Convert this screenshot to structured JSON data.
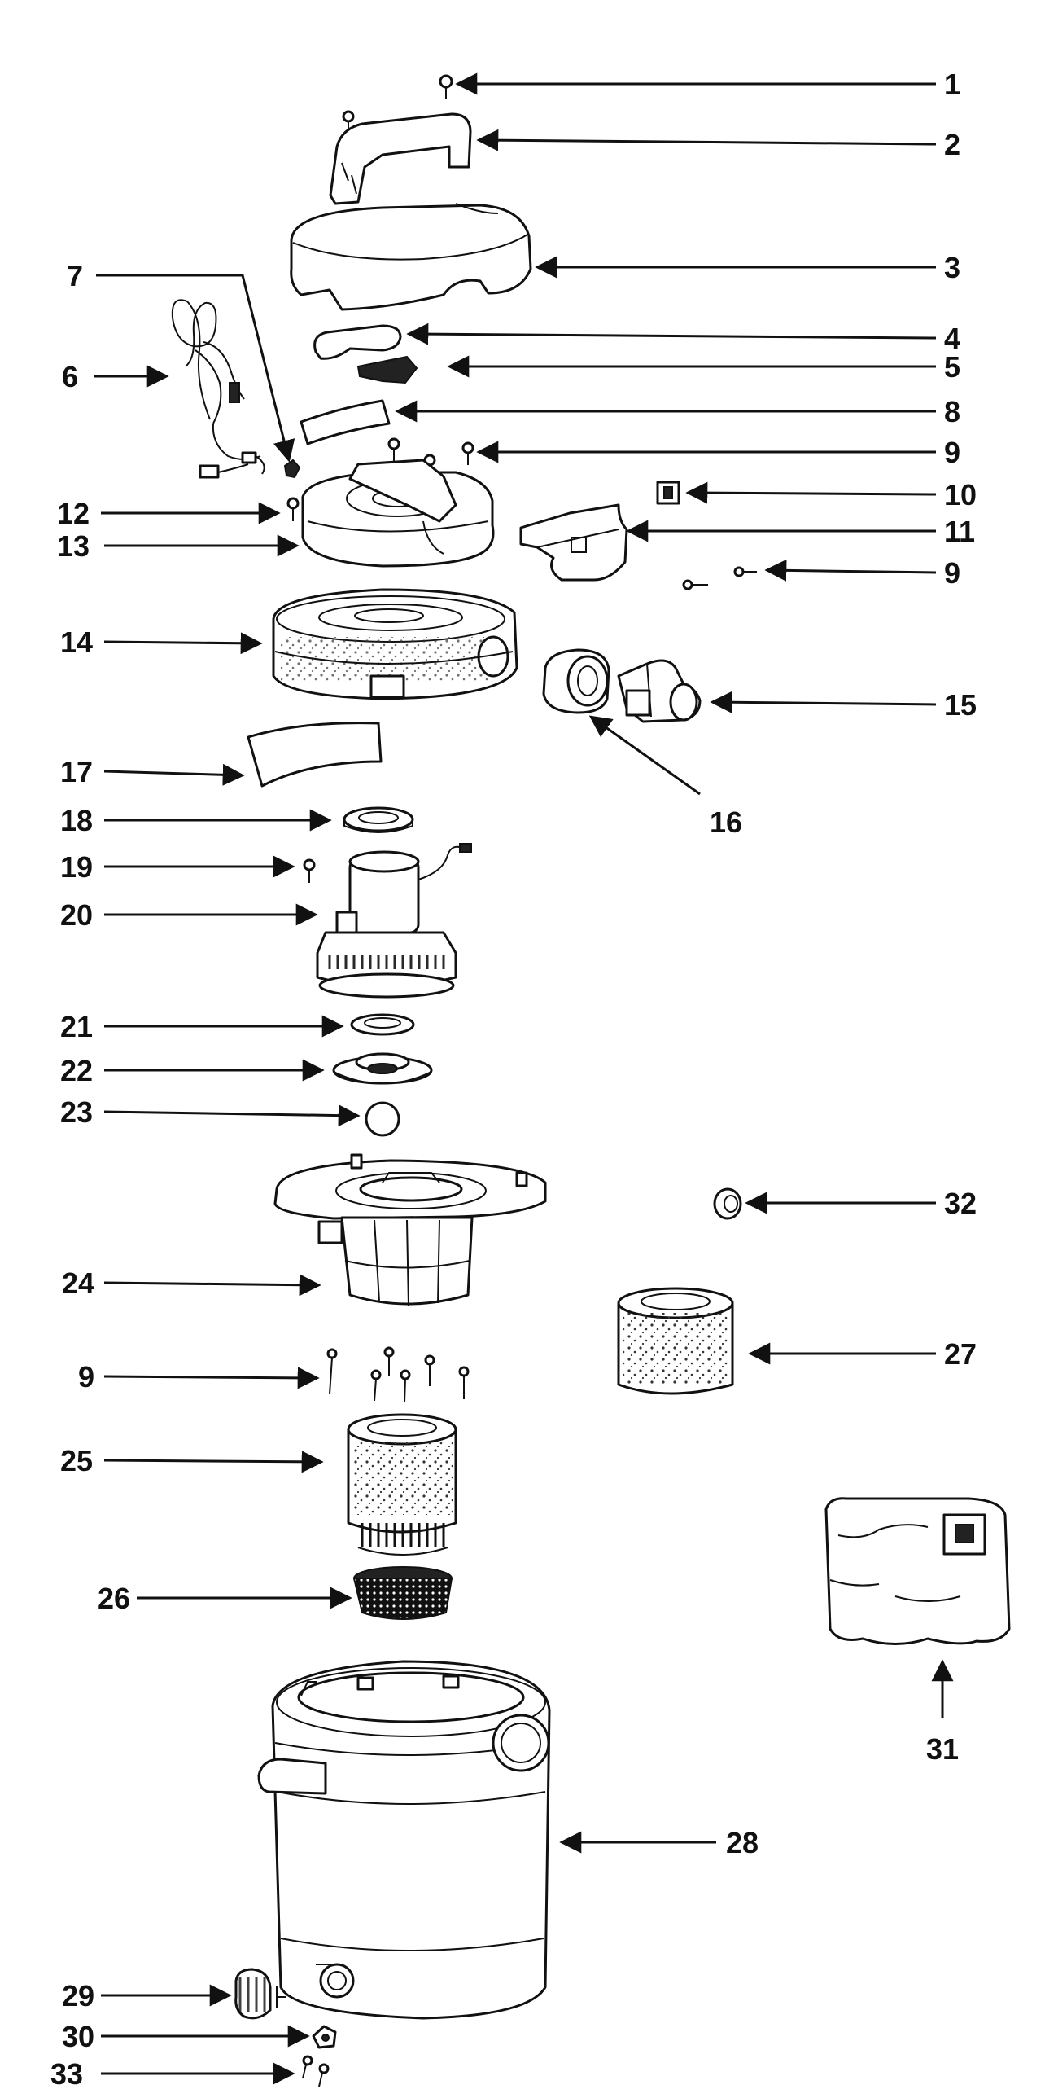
{
  "diagram": {
    "callouts": [
      {
        "id": "c1",
        "text": "1"
      },
      {
        "id": "c2",
        "text": "2"
      },
      {
        "id": "c3",
        "text": "3"
      },
      {
        "id": "c4",
        "text": "4"
      },
      {
        "id": "c5",
        "text": "5"
      },
      {
        "id": "c6",
        "text": "6"
      },
      {
        "id": "c7",
        "text": "7"
      },
      {
        "id": "c8",
        "text": "8"
      },
      {
        "id": "c9a",
        "text": "9"
      },
      {
        "id": "c10",
        "text": "10"
      },
      {
        "id": "c11",
        "text": "11"
      },
      {
        "id": "c9b",
        "text": "9"
      },
      {
        "id": "c12",
        "text": "12"
      },
      {
        "id": "c13",
        "text": "13"
      },
      {
        "id": "c14",
        "text": "14"
      },
      {
        "id": "c15",
        "text": "15"
      },
      {
        "id": "c16",
        "text": "16"
      },
      {
        "id": "c17",
        "text": "17"
      },
      {
        "id": "c18",
        "text": "18"
      },
      {
        "id": "c19",
        "text": "19"
      },
      {
        "id": "c20",
        "text": "20"
      },
      {
        "id": "c21",
        "text": "21"
      },
      {
        "id": "c22",
        "text": "22"
      },
      {
        "id": "c23",
        "text": "23"
      },
      {
        "id": "c32",
        "text": "32"
      },
      {
        "id": "c24",
        "text": "24"
      },
      {
        "id": "c27",
        "text": "27"
      },
      {
        "id": "c9c",
        "text": "9"
      },
      {
        "id": "c25",
        "text": "25"
      },
      {
        "id": "c26",
        "text": "26"
      },
      {
        "id": "c31",
        "text": "31"
      },
      {
        "id": "c28",
        "text": "28"
      },
      {
        "id": "c29",
        "text": "29"
      },
      {
        "id": "c30",
        "text": "30"
      },
      {
        "id": "c33",
        "text": "33"
      }
    ]
  },
  "colors": {
    "ink": "#111111",
    "paper": "#ffffff"
  }
}
